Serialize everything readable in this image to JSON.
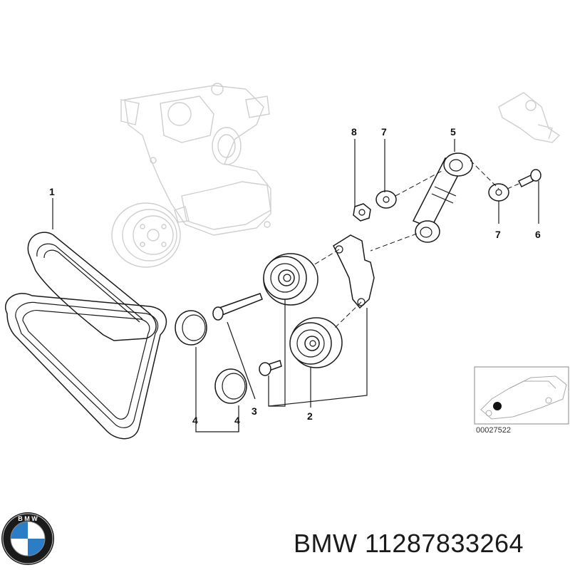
{
  "callouts": {
    "c1": "1",
    "c2": "2",
    "c3": "3",
    "c4a": "4",
    "c4b": "4",
    "c5": "5",
    "c6": "6",
    "c7a": "7",
    "c7b": "7",
    "c8": "8"
  },
  "reference_code": "00027522",
  "footer": {
    "brand": "BMW",
    "part_number": "11287833264",
    "logo_text": "BMW"
  },
  "colors": {
    "logo_blue": "#2b7dc6",
    "line": "#1a1a1a",
    "ghost": "#cfcfcf"
  }
}
